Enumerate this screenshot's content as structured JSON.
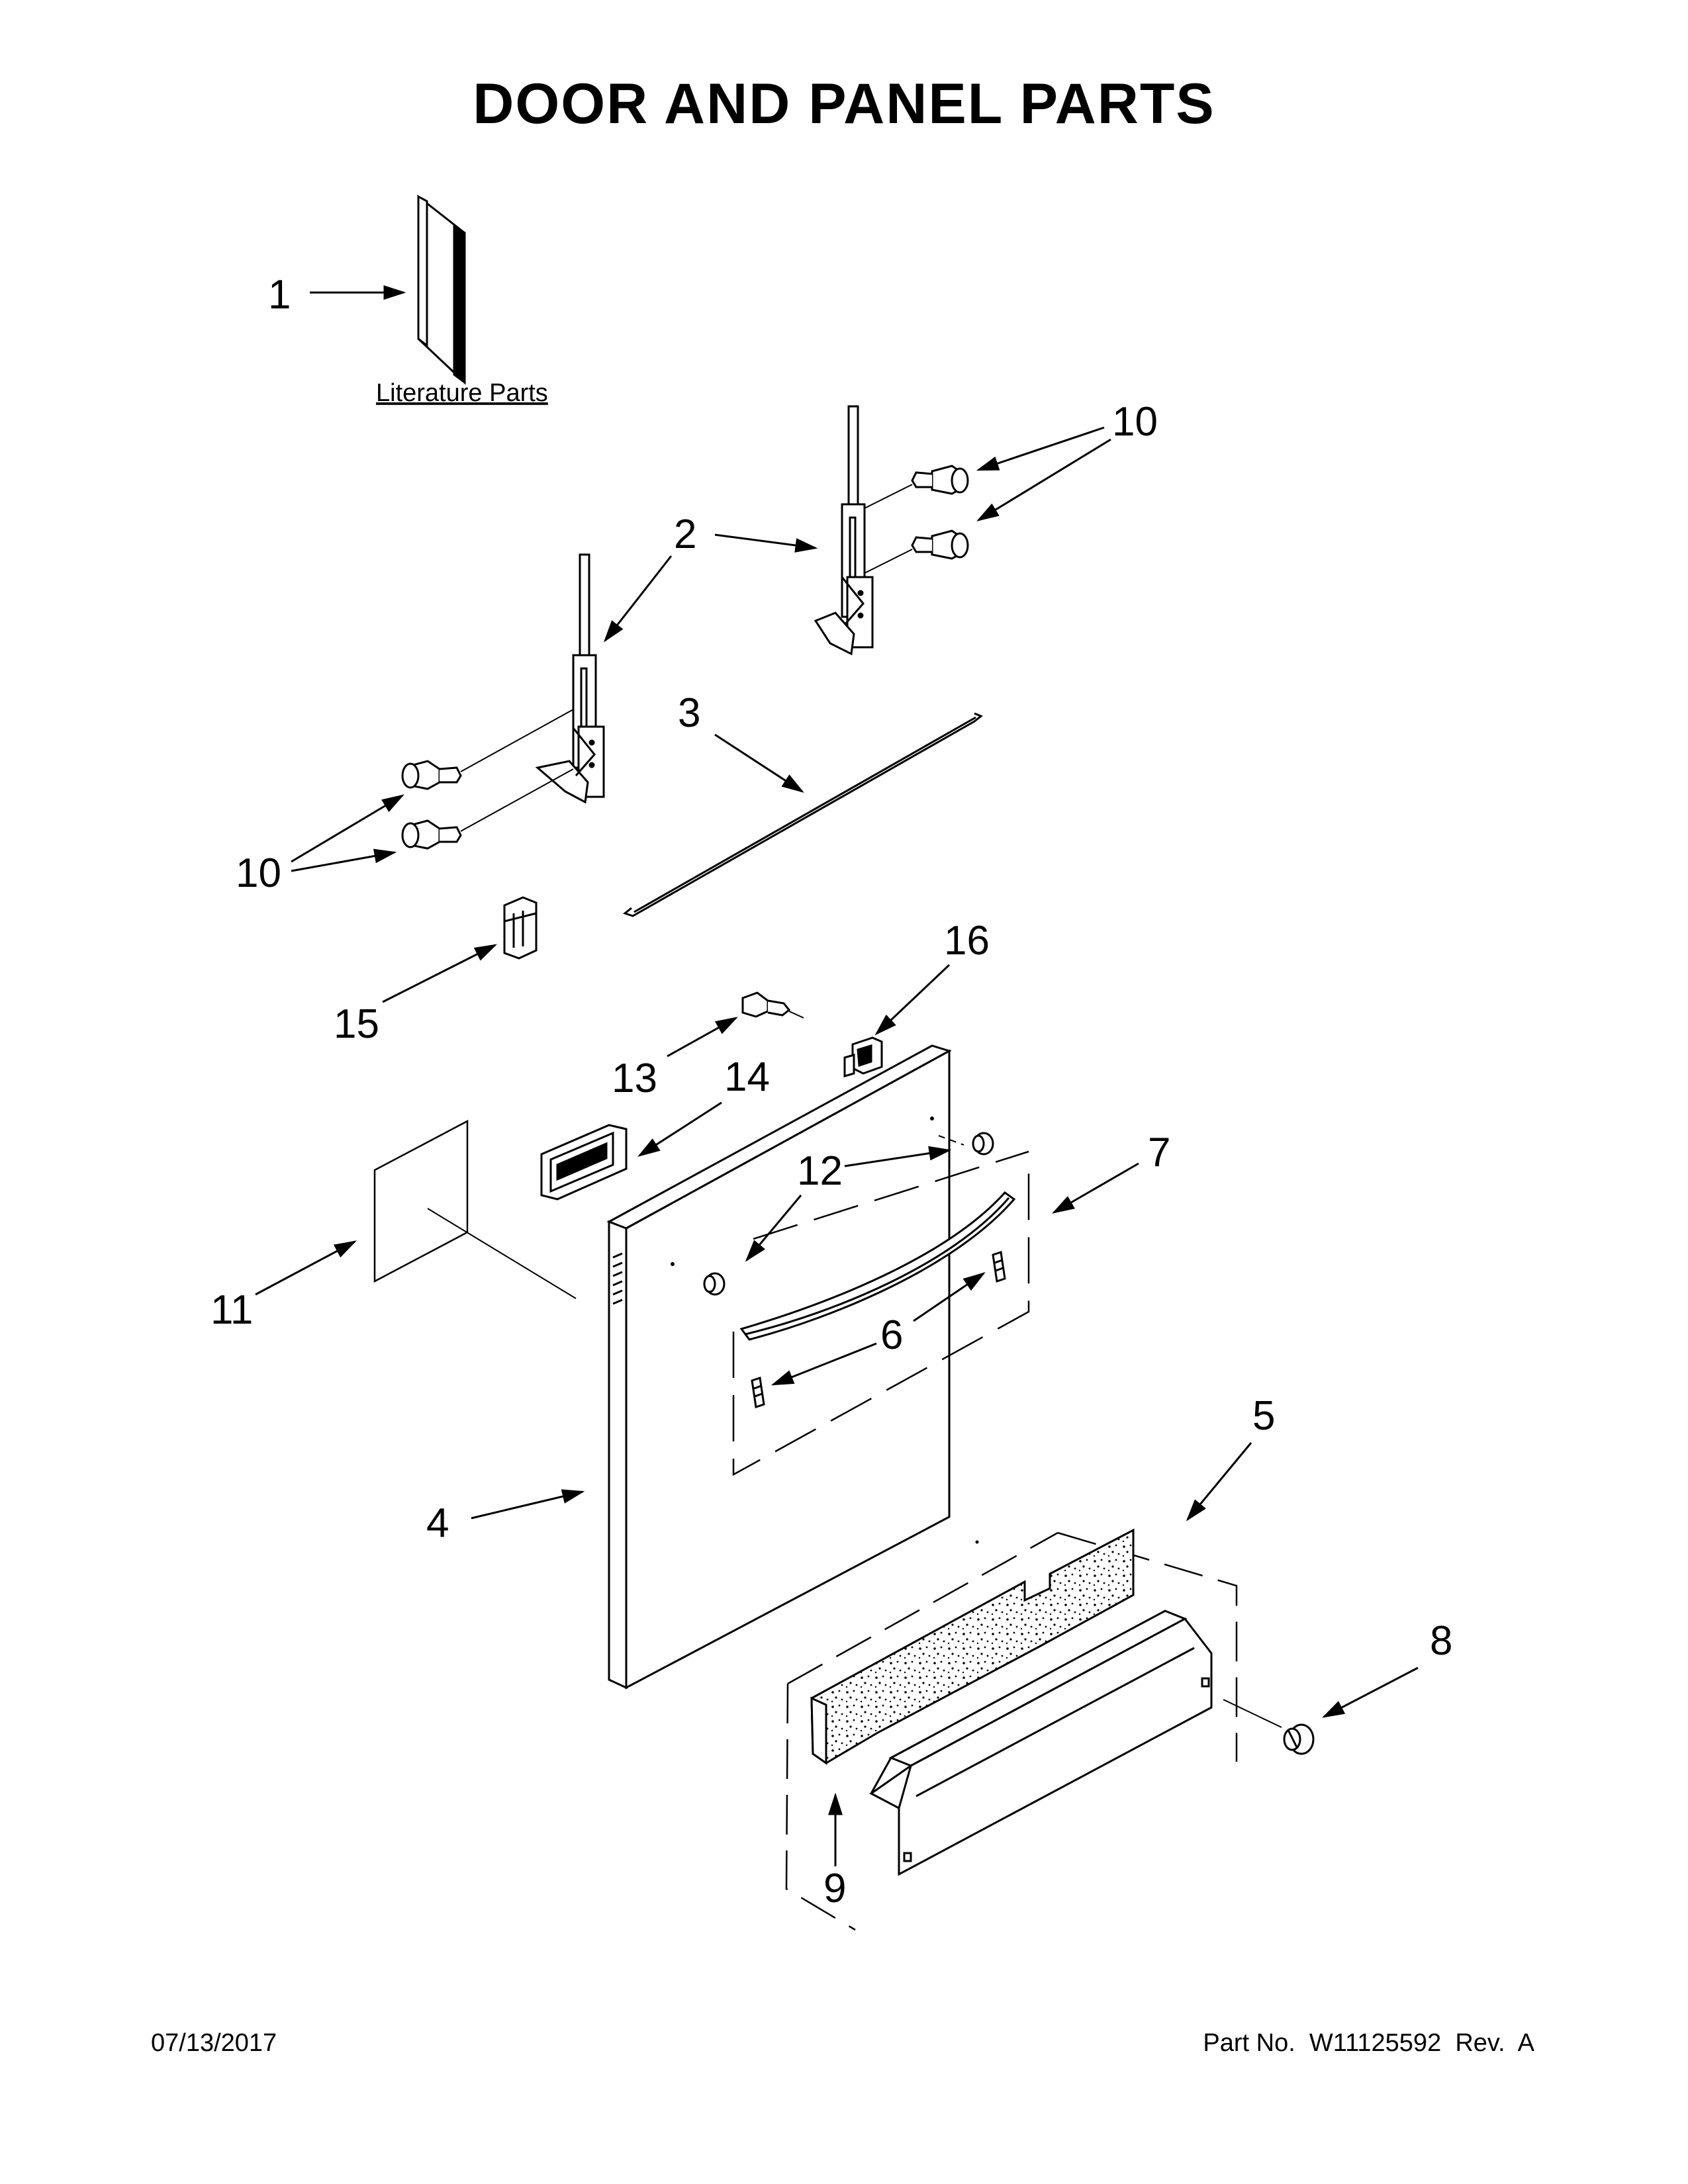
{
  "title": "DOOR AND PANEL PARTS",
  "literature_label": "Literature Parts",
  "callouts": {
    "c1": "1",
    "c2": "2",
    "c3": "3",
    "c4": "4",
    "c5": "5",
    "c6": "6",
    "c7": "7",
    "c8": "8",
    "c9": "9",
    "c10a": "10",
    "c10b": "10",
    "c11": "11",
    "c12": "12",
    "c13": "13",
    "c14": "14",
    "c15": "15",
    "c16": "16"
  },
  "footer": {
    "date": "07/13/2017",
    "part_no": "Part No.  W11125592  Rev.  A"
  }
}
